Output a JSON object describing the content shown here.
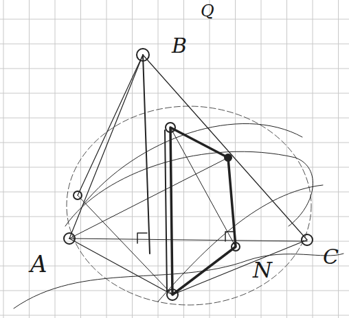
{
  "diagram": {
    "labels": [
      "Q",
      "B",
      "A",
      "N",
      "C"
    ]
  }
}
